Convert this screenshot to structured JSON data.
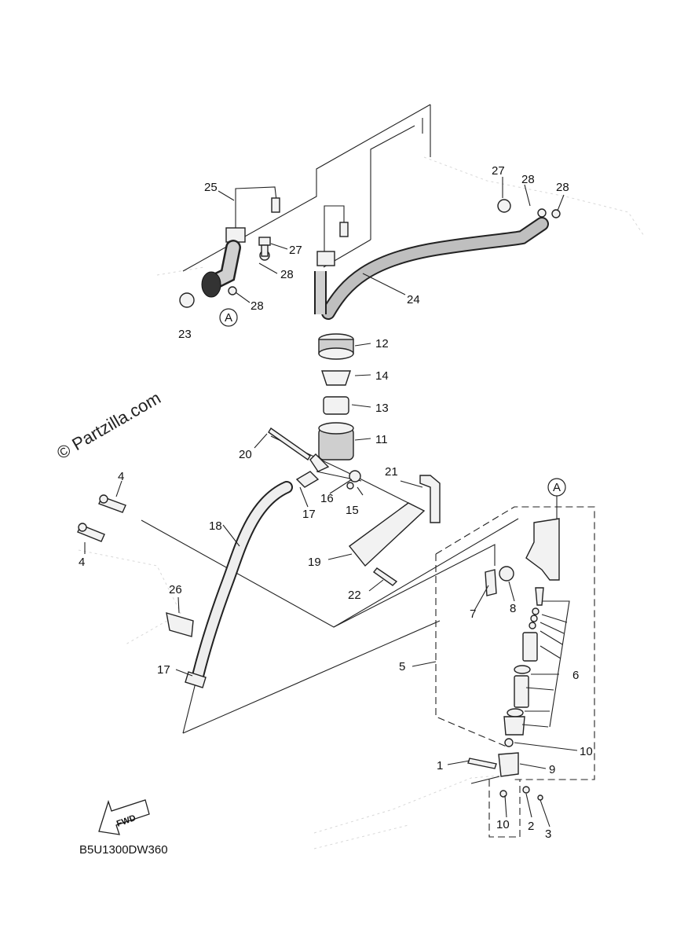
{
  "diagram": {
    "watermark": "© Partzilla.com",
    "code": "B5U1300DW360",
    "fwd": "FWD",
    "ref_marker": "A",
    "labels": {
      "l1": "1",
      "l2": "2",
      "l3": "3",
      "l4a": "4",
      "l4b": "4",
      "l5": "5",
      "l6": "6",
      "l7": "7",
      "l8": "8",
      "l9": "9",
      "l10a": "10",
      "l10b": "10",
      "l11": "11",
      "l12": "12",
      "l13": "13",
      "l14": "14",
      "l15": "15",
      "l16": "16",
      "l17a": "17",
      "l17b": "17",
      "l18": "18",
      "l19": "19",
      "l20": "20",
      "l21": "21",
      "l22": "22",
      "l23": "23",
      "l24": "24",
      "l25": "25",
      "l26": "26",
      "l27a": "27",
      "l27b": "27",
      "l28a": "28",
      "l28b": "28",
      "l28c": "28",
      "l28d": "28"
    }
  }
}
